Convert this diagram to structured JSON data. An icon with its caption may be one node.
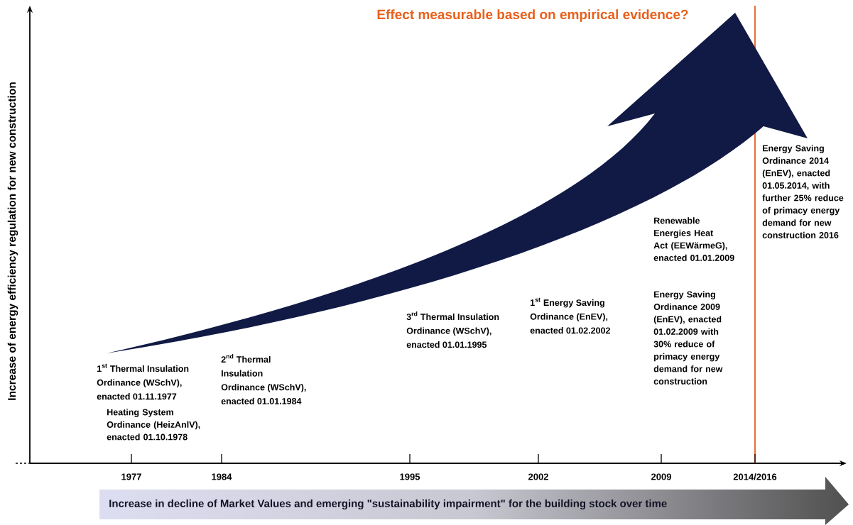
{
  "diagram": {
    "title": "Effect measurable based on empirical evidence?",
    "nodes": [
      {
        "text": [
          "Increase in decline of Market Values and emerging \"sustainability impairment\" for the building stock over time"
        ]
      }
    ],
    "labels": [
      "Increase of energy efficiency regulation for new construction",
      "\\begin{array}{l}\\text{1}^{\\text{st}}\\text{ Thermal Insulation}\\\\ \\text{Ordinance (WSchV),}\\\\ \\text{enacted 01.11.1977}\\end{array}",
      "Heating System Ordinance (HeizAnlV), enacted 01.10.1978",
      "\\begin{array}{l}\\text{2}^{\\text{nd}}\\text{ Thermal}\\\\ \\text{Insulation}\\\\ \\text{Ordinance (WSchV),}\\\\ \\text{enacted 01.01.1984}\\end{array}",
      "\\begin{array}{l}\\text{3}^{\\text{rd}}\\text{ Thermal Insulation}\\\\ \\text{Ordinance (WSchV),}\\\\ \\text{enacted 01.01.1995}\\end{array}",
      "\\begin{array}{l}\\text{1}^{\\text{st}}\\text{ Energy Saving}\\\\ \\text{Ordinance (EnEV),}\\\\ \\text{enacted 01.02.2002}\\end{array}",
      "Renewable Energies Heat Act (EEWärmeG), enacted 01.01.2009",
      "Energy Saving Ordinance 2009 (EnEV), enacted 01.02.2009 with 30% reduce of primacy energy demand for new construction",
      "Energy Saving Ordinance 2014 (EnEV), enacted 01.05.2014, with further 25% reduce of primacy energy demand for new construction 2016",
      "1977",
      "1984",
      "1995",
      "2002",
      "2009",
      "2014/2016"
    ]
  }
}
